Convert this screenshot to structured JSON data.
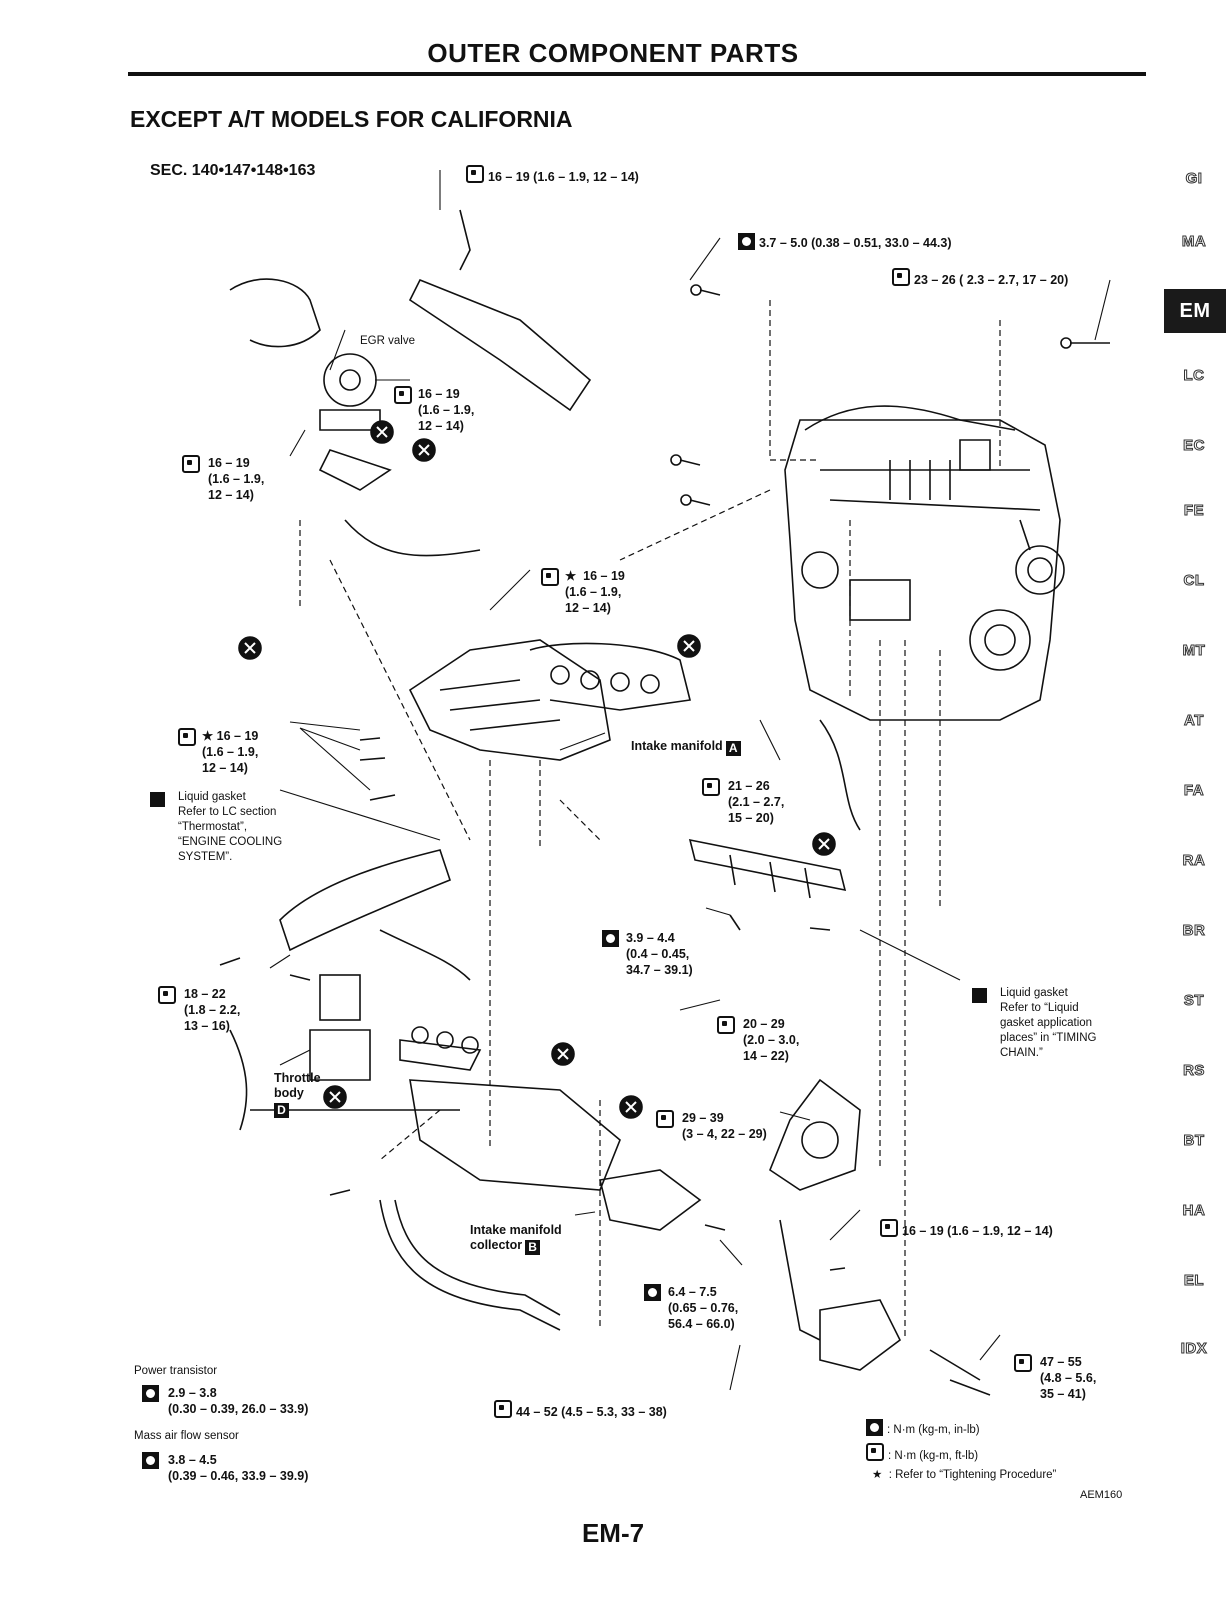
{
  "header": {
    "title": "OUTER COMPONENT PARTS"
  },
  "section": {
    "title": "EXCEPT A/T MODELS FOR CALIFORNIA",
    "sec": "SEC. 140•147•148•163"
  },
  "side_tabs": [
    "GI",
    "MA",
    "EM",
    "LC",
    "EC",
    "FE",
    "CL",
    "MT",
    "AT",
    "FA",
    "RA",
    "BR",
    "ST",
    "RS",
    "BT",
    "HA",
    "EL",
    "IDX"
  ],
  "active_tab": "EM",
  "callouts": {
    "top_torque": "16 – 19 (1.6 – 1.9, 12 – 14)",
    "sensor_torque": "3.7 – 5.0 (0.38 – 0.51, 33.0 – 44.3)",
    "right_top_torque": "23 – 26 ( 2.3 – 2.7, 17 – 20)",
    "egr_valve": "EGR valve",
    "egr_torque": "16 – 19\n(1.6 – 1.9,\n12 – 14)",
    "left_torque": "16 – 19\n(1.6 – 1.9,\n12 – 14)",
    "star_torque_mid": "★  16 – 19\n(1.6 – 1.9,\n12 – 14)",
    "star_torque_left": "★ 16 – 19\n(1.6 – 1.9,\n12 – 14)",
    "liquid_gasket_left": "Liquid gasket\nRefer to LC section\n“Thermostat”,\n“ENGINE COOLING\nSYSTEM”.",
    "intake_manifold": "Intake manifold",
    "intake_manifold_letter": "A",
    "manifold_torque": "21 – 26\n(2.1 – 2.7,\n15 – 20)",
    "torque_39_44": "3.9 – 4.4\n(0.4 – 0.45,\n34.7 – 39.1)",
    "torque_18_22": "18 – 22\n(1.8 – 2.2,\n13 – 16)",
    "torque_20_29": "20 – 29\n(2.0 – 3.0,\n14 – 22)",
    "liquid_gasket_right": "Liquid gasket\nRefer to “Liquid\ngasket application\nplaces” in “TIMING\nCHAIN.”",
    "throttle_body": "Throttle\nbody",
    "throttle_body_letter": "D",
    "torque_29_39": "29 – 39\n(3 – 4, 22 – 29)",
    "bracket_torque": "16 – 19 (1.6 – 1.9, 12 – 14)",
    "collector": "Intake manifold\ncollector",
    "collector_letter": "B",
    "torque_64_75": "6.4 – 7.5\n(0.65 – 0.76,\n56.4 – 66.0)",
    "torque_47_55": "47 – 55\n(4.8 – 5.6,\n35 – 41)",
    "torque_44_52": "44 – 52 (4.5 – 5.3, 33 – 38)",
    "power_transistor": "Power transistor",
    "power_transistor_torque": "2.9 – 3.8\n(0.30 – 0.39, 26.0 – 33.9)",
    "maf_sensor": "Mass air flow sensor",
    "maf_torque": "3.8 – 4.5\n(0.39 – 0.46, 33.9 – 39.9)"
  },
  "legend": {
    "nm_in": ": N·m (kg-m, in-lb)",
    "nm_ft": ": N·m (kg-m, ft-lb)",
    "star": "★  : Refer to “Tightening Procedure”"
  },
  "figure_id": "AEM160",
  "page_number": "EM-7"
}
